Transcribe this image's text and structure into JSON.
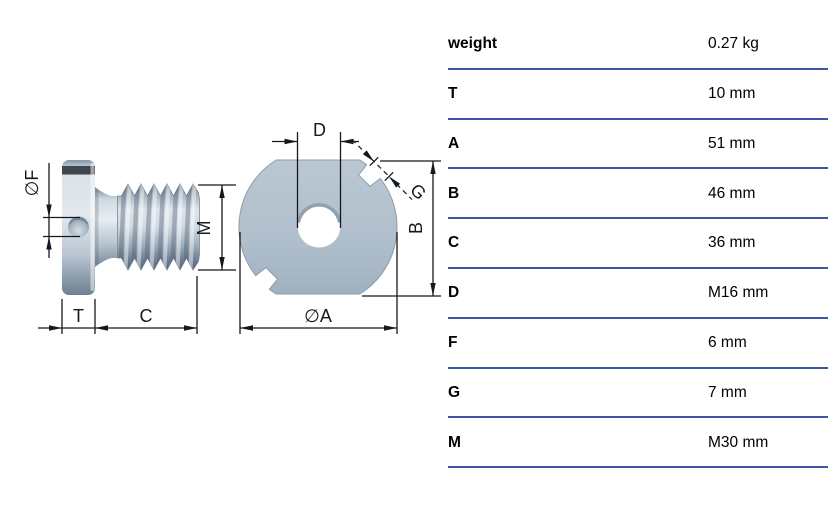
{
  "table": {
    "rows": [
      {
        "label": "weight",
        "value": "0.27 kg"
      },
      {
        "label": "T",
        "value": "10 mm"
      },
      {
        "label": "A",
        "value": "51 mm"
      },
      {
        "label": "B",
        "value": "46 mm"
      },
      {
        "label": "C",
        "value": "36 mm"
      },
      {
        "label": "D",
        "value": "M16 mm"
      },
      {
        "label": "F",
        "value": "6 mm"
      },
      {
        "label": "G",
        "value": "7 mm"
      },
      {
        "label": "M",
        "value": "M30 mm"
      }
    ]
  },
  "drawing": {
    "side_view_labels": {
      "f": "∅F",
      "m": "M",
      "t": "T",
      "c": "C"
    },
    "front_view_labels": {
      "d": "D",
      "g": "G",
      "b": "B",
      "a": "∅A"
    }
  },
  "colors": {
    "table_line": "#3e55a8",
    "dimension_line": "#16181a",
    "metal_light": "#e3e9ee",
    "metal_mid": "#b5c2cf",
    "metal_dark": "#5f7082",
    "slot_dark": "#3f464e",
    "disc_fill": "#b3c1ce"
  }
}
